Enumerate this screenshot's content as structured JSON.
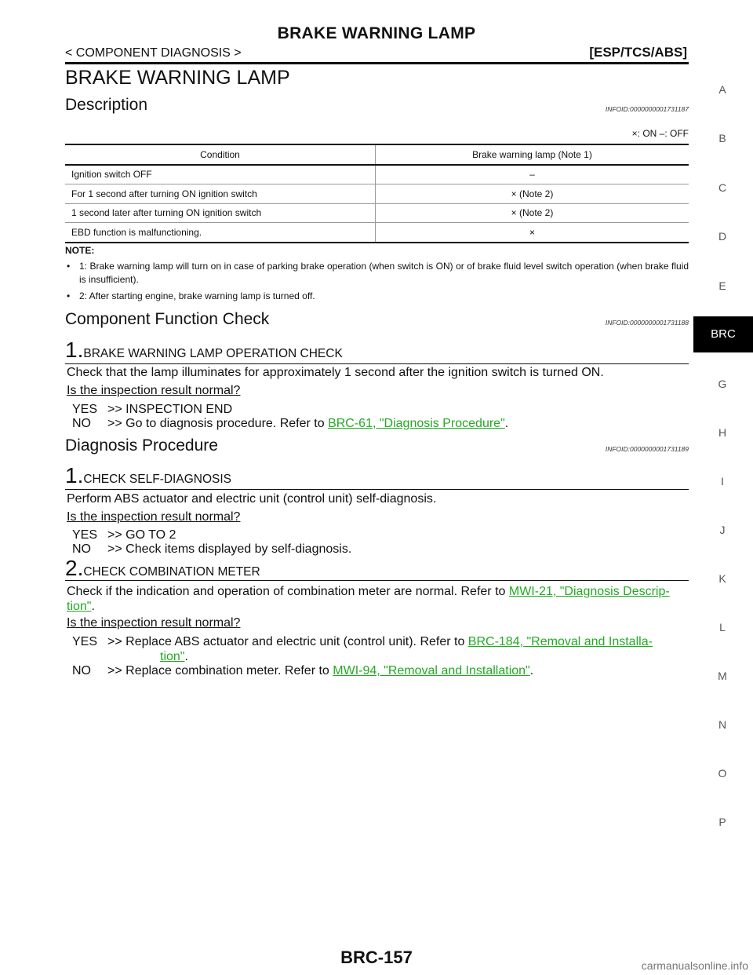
{
  "header": {
    "title": "BRAKE WARNING LAMP",
    "left": "< COMPONENT DIAGNOSIS >",
    "right": "[ESP/TCS/ABS]"
  },
  "page_title": "BRAKE WARNING LAMP",
  "description": {
    "title": "Description",
    "infoid": "INFOID:0000000001731187",
    "legend": "×: ON –: OFF",
    "table": {
      "headers": [
        "Condition",
        "Brake warning lamp (Note 1)"
      ],
      "rows": [
        {
          "condition": "Ignition switch OFF",
          "lamp": "–"
        },
        {
          "condition": "For 1 second after turning ON ignition switch",
          "lamp": "× (Note 2)"
        },
        {
          "condition": "1 second later after turning ON ignition switch",
          "lamp": "× (Note 2)"
        },
        {
          "condition": "EBD function is malfunctioning.",
          "lamp": "×"
        }
      ]
    },
    "note_heading": "NOTE:",
    "notes": [
      "1: Brake warning lamp will turn on in case of parking brake operation (when switch is ON) or of brake fluid level switch operation (when brake fluid is insufficient).",
      "2: After starting engine, brake warning lamp is turned off."
    ]
  },
  "component_check": {
    "title": "Component Function Check",
    "infoid": "INFOID:0000000001731188",
    "step1": {
      "num": "1.",
      "title": "BRAKE WARNING LAMP OPERATION CHECK",
      "text": "Check that the lamp illuminates for approximately 1 second after the ignition switch is turned ON.",
      "question": "Is the inspection result normal?",
      "yes_key": "YES",
      "yes": ">> INSPECTION END",
      "no_key": "NO",
      "no_prefix": ">> Go to diagnosis procedure. Refer to ",
      "no_link": "BRC-61, \"Diagnosis Procedure\"",
      "no_suffix": "."
    }
  },
  "diagnosis": {
    "title": "Diagnosis Procedure",
    "infoid": "INFOID:0000000001731189",
    "step1": {
      "num": "1.",
      "title": "CHECK SELF-DIAGNOSIS",
      "text": "Perform ABS actuator and electric unit (control unit) self-diagnosis.",
      "question": "Is the inspection result normal?",
      "yes_key": "YES",
      "yes": ">> GO TO 2",
      "no_key": "NO",
      "no": ">> Check items displayed by self-diagnosis."
    },
    "step2": {
      "num": "2.",
      "title": "CHECK COMBINATION METER",
      "text_prefix": "Check if the indication and operation of combination meter are normal. Refer to ",
      "link_line1": "MWI-21, \"Diagnosis Descrip-",
      "link_line2": "tion\"",
      "text_suffix": ".",
      "question": "Is the inspection result normal?",
      "yes_key": "YES",
      "yes_prefix": ">> Replace ABS actuator and electric unit (control unit). Refer to ",
      "yes_link_line1": "BRC-184, \"Removal and Installa-",
      "yes_link_line2": "tion\"",
      "yes_suffix": ".",
      "no_key": "NO",
      "no_prefix": ">> Replace combination meter. Refer to ",
      "no_link": "MWI-94, \"Removal and Installation\"",
      "no_suffix": "."
    }
  },
  "side_tabs": [
    "A",
    "B",
    "C",
    "D",
    "E",
    "G",
    "H",
    "I",
    "J",
    "K",
    "L",
    "M",
    "N",
    "O",
    "P"
  ],
  "active_tab": "BRC",
  "footer": {
    "page": "BRC-157",
    "watermark": "carmanualsonline.info"
  }
}
